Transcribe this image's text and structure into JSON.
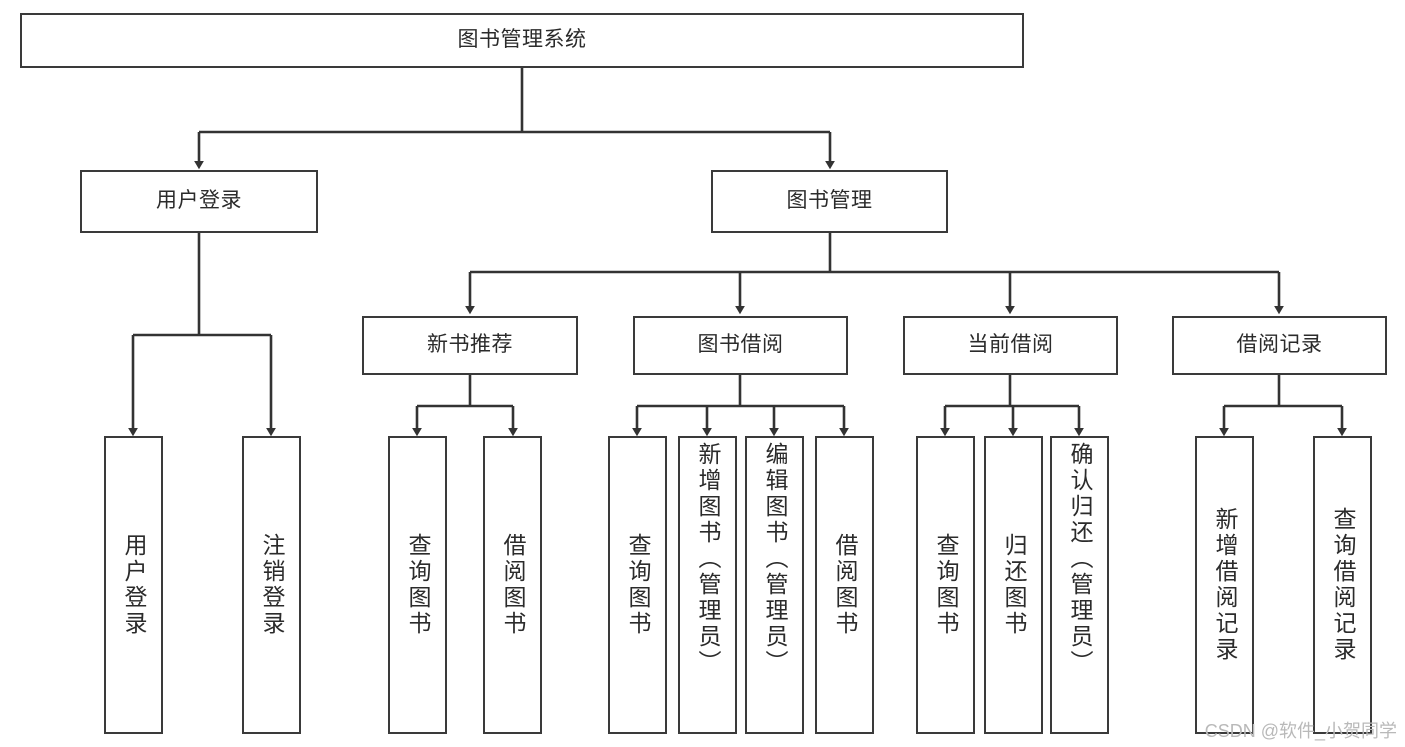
{
  "diagram": {
    "type": "tree-hierarchy",
    "title": "图书管理系统",
    "watermark": "CSDN @软件_小贺同学",
    "colors": {
      "border": "#3a3a3a",
      "background": "#ffffff",
      "text": "#2b2b2b",
      "connector": "#333333",
      "watermark": "#b9b9b9"
    },
    "levels": [
      {
        "level": 1,
        "nodes": [
          {
            "id": "root",
            "label": "图书管理系统",
            "orientation": "horizontal"
          }
        ]
      },
      {
        "level": 2,
        "nodes": [
          {
            "id": "user-login",
            "label": "用户登录",
            "orientation": "horizontal"
          },
          {
            "id": "book-manage",
            "label": "图书管理",
            "orientation": "horizontal"
          }
        ]
      },
      {
        "level": 3,
        "nodes": [
          {
            "id": "new-book-recommend",
            "label": "新书推荐",
            "orientation": "horizontal"
          },
          {
            "id": "book-borrow",
            "label": "图书借阅",
            "orientation": "horizontal"
          },
          {
            "id": "current-borrow",
            "label": "当前借阅",
            "orientation": "horizontal"
          },
          {
            "id": "borrow-record",
            "label": "借阅记录",
            "orientation": "horizontal"
          }
        ]
      },
      {
        "level": 4,
        "nodes": [
          {
            "id": "leaf-user-login",
            "label": "用户登录",
            "orientation": "vertical",
            "parent": "user-login"
          },
          {
            "id": "leaf-user-logout",
            "label": "注销登录",
            "orientation": "vertical",
            "parent": "user-login"
          },
          {
            "id": "leaf-query-book-1",
            "label": "查询图书",
            "orientation": "vertical",
            "parent": "new-book-recommend"
          },
          {
            "id": "leaf-borrow-book-1",
            "label": "借阅图书",
            "orientation": "vertical",
            "parent": "new-book-recommend"
          },
          {
            "id": "leaf-query-book-2",
            "label": "查询图书",
            "orientation": "vertical",
            "parent": "book-borrow"
          },
          {
            "id": "leaf-add-book",
            "label": "新增图书（管理员）",
            "orientation": "vertical",
            "parent": "book-borrow"
          },
          {
            "id": "leaf-edit-book",
            "label": "编辑图书（管理员）",
            "orientation": "vertical",
            "parent": "book-borrow"
          },
          {
            "id": "leaf-borrow-book-2",
            "label": "借阅图书",
            "orientation": "vertical",
            "parent": "book-borrow"
          },
          {
            "id": "leaf-query-book-3",
            "label": "查询图书",
            "orientation": "vertical",
            "parent": "current-borrow"
          },
          {
            "id": "leaf-return-book",
            "label": "归还图书",
            "orientation": "vertical",
            "parent": "current-borrow"
          },
          {
            "id": "leaf-confirm-return",
            "label": "确认归还（管理员）",
            "orientation": "vertical",
            "parent": "current-borrow"
          },
          {
            "id": "leaf-add-record",
            "label": "新增借阅记录",
            "orientation": "vertical",
            "parent": "borrow-record"
          },
          {
            "id": "leaf-query-record",
            "label": "查询借阅记录",
            "orientation": "vertical",
            "parent": "borrow-record"
          }
        ]
      }
    ]
  }
}
